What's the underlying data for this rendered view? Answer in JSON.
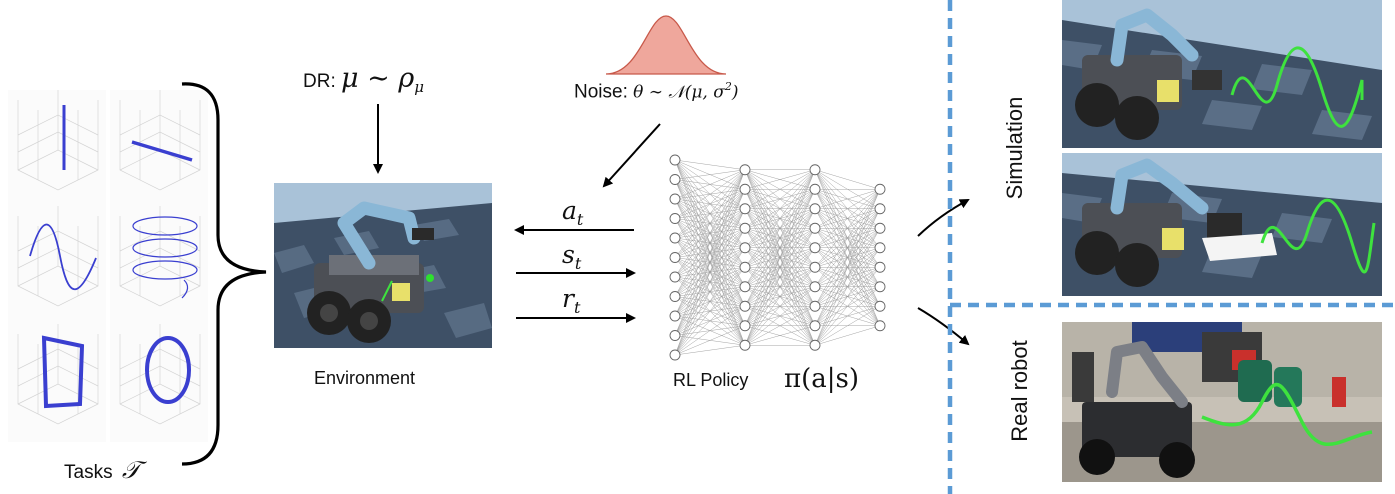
{
  "tasks": {
    "label": "Tasks",
    "symbol": "𝒯",
    "trajectories": [
      "vertical-line",
      "diagonal-line",
      "sine-wave",
      "helix",
      "square",
      "circle"
    ]
  },
  "domain_randomization": {
    "prefix": "DR:",
    "formula": "μ ∼ ρ",
    "formula_sub": "μ"
  },
  "noise": {
    "prefix": "Noise:",
    "formula": "θ ∼ 𝒩(μ, σ",
    "formula_sup": "2",
    "formula_end": ")"
  },
  "environment": {
    "label": "Environment"
  },
  "signals": {
    "action": "a",
    "action_sub": "t",
    "state": "s",
    "state_sub": "t",
    "reward": "r",
    "reward_sub": "t"
  },
  "policy": {
    "label": "RL Policy",
    "formula": "π(a|s)",
    "layer_sizes": [
      11,
      10,
      10,
      8
    ]
  },
  "outputs": {
    "simulation_label": "Simulation",
    "real_robot_label": "Real robot"
  },
  "colors": {
    "task_stroke": "#3a3fd0",
    "noise_fill": "#efa79c",
    "noise_stroke": "#c8594a",
    "dashed_divider": "#5b9bd5",
    "trajectory_green": "#3ee23e",
    "robot_arm": "#8ab7d6",
    "sim_floor": "#3e5066",
    "sim_sky": "#a9c2d8"
  }
}
